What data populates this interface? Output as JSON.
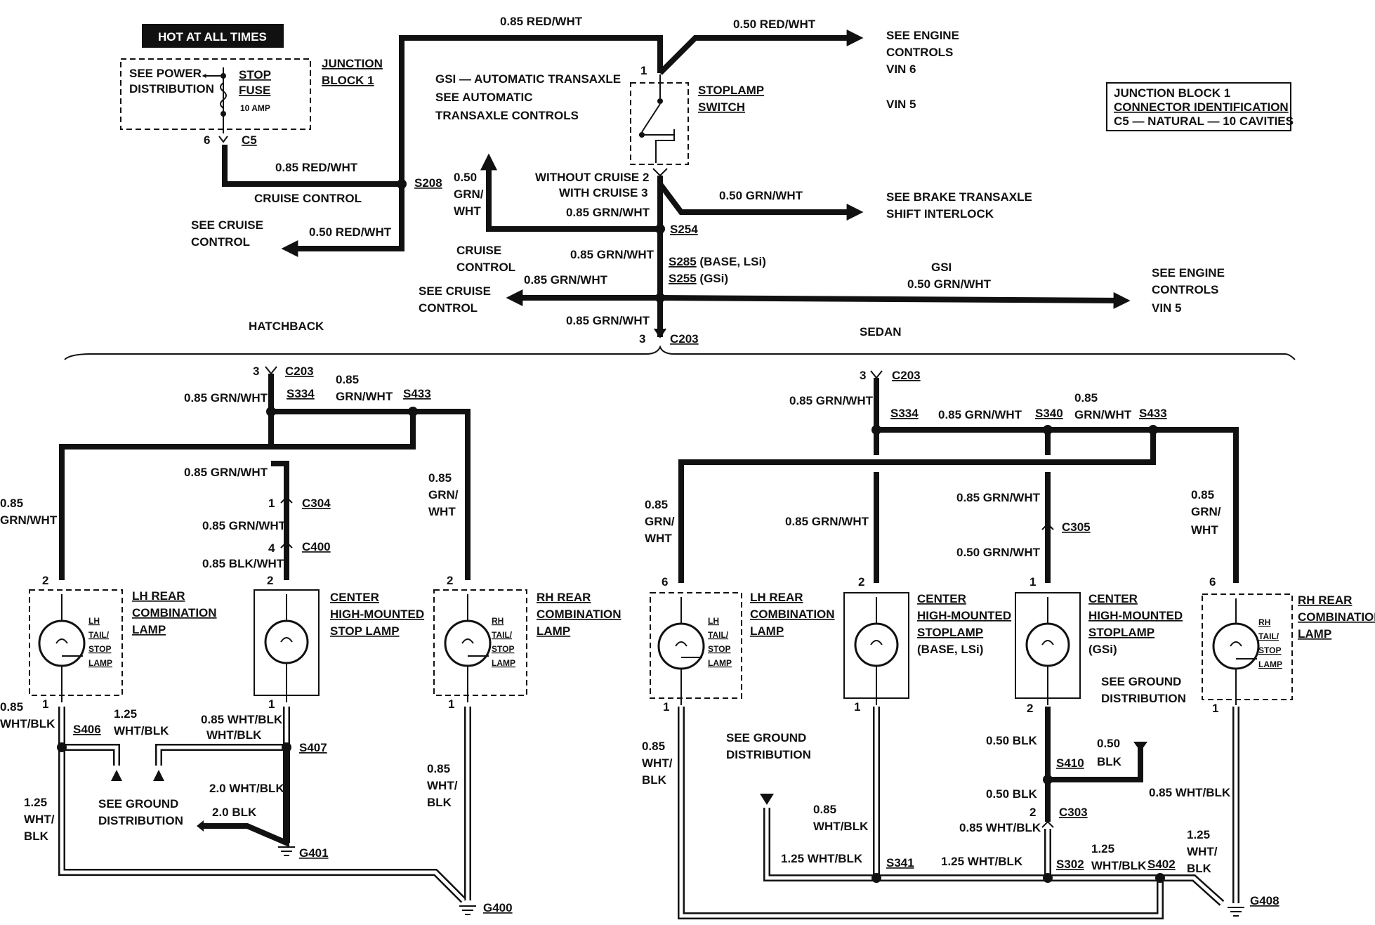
{
  "top": {
    "hot_box": "HOT AT ALL TIMES",
    "see_power_distribution_1": "SEE POWER",
    "see_power_distribution_2": "DISTRIBUTION",
    "stop_fuse_1": "STOP",
    "stop_fuse_2": "FUSE",
    "fuse_rating": "10 AMP",
    "junction_block_1": "JUNCTION",
    "junction_block_2": "BLOCK 1",
    "c5_pin": "6",
    "c5": "C5",
    "wire_085_redwht_top": "0.85 RED/WHT",
    "wire_050_redwht_top": "0.50 RED/WHT",
    "see_engine_controls_1": "SEE ENGINE",
    "see_engine_controls_2": "CONTROLS",
    "vin6": "VIN 6",
    "vin5_top": "VIN 5",
    "gsi_note_1": "GSI — AUTOMATIC TRANSAXLE",
    "gsi_note_2": "SEE AUTOMATIC",
    "gsi_note_3": "TRANSAXLE CONTROLS",
    "stoplamp_switch_1": "STOPLAMP",
    "stoplamp_switch_2": "SWITCH",
    "switch_pin_1": "1",
    "jb_id_1": "JUNCTION BLOCK 1",
    "jb_id_2": "CONNECTOR IDENTIFICATION",
    "jb_id_3": "C5 — NATURAL — 10 CAVITIES",
    "wire_085_redwht_mid": "0.85 RED/WHT",
    "cruise_control_label": "CRUISE CONTROL",
    "s208": "S208",
    "see_cruise_control_1": "SEE CRUISE",
    "see_cruise_control_2": "CONTROL",
    "wire_050_redwht_low": "0.50 RED/WHT",
    "wire_050_grn_1": "0.50",
    "wire_050_grn_2": "GRN/",
    "wire_050_grn_3": "WHT",
    "without_cruise": "WITHOUT CRUISE 2",
    "with_cruise": "WITH CRUISE 3",
    "wire_085_grnwht_a": "0.85 GRN/WHT",
    "wire_050_grnwht_shift": "0.50 GRN/WHT",
    "see_brake_1": "SEE BRAKE TRANSAXLE",
    "see_brake_2": "SHIFT INTERLOCK",
    "s254": "S254",
    "cruise_control2_1": "CRUISE",
    "cruise_control2_2": "CONTROL",
    "wire_085_grnwht_b": "0.85 GRN/WHT",
    "s285": "S285",
    "s285_note": " (BASE, LSi)",
    "s255": "S255",
    "s255_note": " (GSi)",
    "gsi": "GSI",
    "wire_050_grnwht_gsi": "0.50 GRN/WHT",
    "see_engine_controls_b1": "SEE ENGINE",
    "see_engine_controls_b2": "CONTROLS",
    "vin5_b": "VIN 5",
    "see_cruise_control_b1": "SEE CRUISE",
    "see_cruise_control_b2": "CONTROL",
    "wire_085_grnwht_c": "0.85 GRN/WHT",
    "wire_085_grnwht_d": "0.85 GRN/WHT",
    "c203_pin": "3",
    "c203": "C203",
    "hatchback": "HATCHBACK",
    "sedan": "SEDAN"
  },
  "hatch": {
    "c203_pin": "3",
    "c203": "C203",
    "s334": "S334",
    "wire_a": "0.85 GRN/WHT",
    "wire_b1": "0.85",
    "wire_b2": "GRN/WHT",
    "s433": "S433",
    "wire_c": "0.85 GRN/WHT",
    "c304_pin": "1",
    "c304": "C304",
    "wire_d": "0.85 GRN/WHT",
    "c400_pin": "4",
    "c400": "C400",
    "wire_e": "0.85 BLK/WHT",
    "left_wire_1": "0.85",
    "left_wire_2": "GRN/WHT",
    "right_wire_1": "0.85",
    "right_wire_2": "GRN/",
    "right_wire_3": "WHT",
    "lh_pin_top": "2",
    "center_pin_top": "2",
    "rh_pin_top": "2",
    "lh_lamp_1": "LH REAR",
    "lh_lamp_2": "COMBINATION",
    "lh_lamp_3": "LAMP",
    "lh_inner_1": "LH",
    "lh_inner_2": "TAIL/",
    "lh_inner_3": "STOP",
    "lh_inner_4": "LAMP",
    "center_lamp_1": "CENTER",
    "center_lamp_2": "HIGH-MOUNTED",
    "center_lamp_3": "STOP LAMP",
    "rh_lamp_1": "RH REAR",
    "rh_lamp_2": "COMBINATION",
    "rh_lamp_3": "LAMP",
    "rh_inner_1": "RH",
    "rh_inner_2": "TAIL/",
    "rh_inner_3": "STOP",
    "rh_inner_4": "LAMP",
    "lh_pin_bot": "1",
    "center_pin_bot": "1",
    "rh_pin_bot": "1",
    "wire_f1": "0.85",
    "wire_f2": "WHT/BLK",
    "s406": "S406",
    "wire_g1": "1.25",
    "wire_g2": "WHT/BLK",
    "wire_h1": "0.85 WHT/BLK",
    "wire_h2": "WHT/BLK",
    "s407": "S407",
    "wire_i1": "0.85",
    "wire_i2": "WHT/",
    "wire_i3": "BLK",
    "wire_j1": "1.25",
    "wire_j2": "WHT/",
    "wire_j3": "BLK",
    "see_ground_1": "SEE GROUND",
    "see_ground_2": "DISTRIBUTION",
    "wire_k": "2.0 WHT/BLK",
    "wire_l": "2.0 BLK",
    "g401": "G401",
    "g400": "G400"
  },
  "sedan_part": {
    "c203_pin": "3",
    "c203": "C203",
    "wire_a": "0.85 GRN/WHT",
    "s334": "S334",
    "wire_b": "0.85 GRN/WHT",
    "s340": "S340",
    "wire_c1": "0.85",
    "wire_c2": "GRN/WHT",
    "s433": "S433",
    "left_wire_1": "0.85",
    "left_wire_2": "GRN/",
    "left_wire_3": "WHT",
    "wire_d": "0.85 GRN/WHT",
    "wire_e": "0.85 GRN/WHT",
    "c305": "C305",
    "wire_f": "0.50 GRN/WHT",
    "right_wire_1": "0.85",
    "right_wire_2": "GRN/",
    "right_wire_3": "WHT",
    "lh_pin_top": "6",
    "c1_pin_top": "2",
    "c2_pin_top": "1",
    "rh_pin_top": "6",
    "lh_lamp_1": "LH REAR",
    "lh_lamp_2": "COMBINATION",
    "lh_lamp_3": "LAMP",
    "lh_inner_1": "LH",
    "lh_inner_2": "TAIL/",
    "lh_inner_3": "STOP",
    "lh_inner_4": "LAMP",
    "c1_lamp_1": "CENTER",
    "c1_lamp_2": "HIGH-MOUNTED",
    "c1_lamp_3": "STOPLAMP",
    "c1_lamp_4": "(BASE, LSi)",
    "c2_lamp_1": "CENTER",
    "c2_lamp_2": "HIGH-MOUNTED",
    "c2_lamp_3": "STOPLAMP",
    "c2_lamp_4": "(GSi)",
    "rh_lamp_1": "RH REAR",
    "rh_lamp_2": "COMBINATION",
    "rh_lamp_3": "LAMP",
    "rh_inner_1": "RH",
    "rh_inner_2": "TAIL/",
    "rh_inner_3": "STOP",
    "rh_inner_4": "LAMP",
    "see_ground_r1": "SEE GROUND",
    "see_ground_r2": "DISTRIBUTION",
    "lh_pin_bot": "1",
    "c1_pin_bot": "1",
    "c2_pin_bot": "2",
    "rh_pin_bot": "1",
    "wire_g1": "0.85",
    "wire_g2": "WHT/",
    "wire_g3": "BLK",
    "see_ground_m1": "SEE GROUND",
    "see_ground_m2": "DISTRIBUTION",
    "wire_h": "0.50 BLK",
    "wire_i1": "0.50",
    "wire_i2": "BLK",
    "s410": "S410",
    "wire_j": "0.50 BLK",
    "c303_pin": "2",
    "c303": "C303",
    "wire_k1": "0.85",
    "wire_k2": "WHT/BLK",
    "wire_l": "0.85 WHT/BLK",
    "wire_m": "0.85 WHT/BLK",
    "wire_n": "1.25 WHT/BLK",
    "s341": "S341",
    "wire_o": "1.25 WHT/BLK",
    "s302": "S302",
    "wire_p1": "1.25",
    "wire_p2": "WHT/BLK",
    "s402": "S402",
    "wire_q1": "1.25",
    "wire_q2": "WHT/",
    "wire_q3": "BLK",
    "g408": "G408"
  },
  "colors": {
    "ink": "#111111",
    "paper": "#ffffff"
  }
}
